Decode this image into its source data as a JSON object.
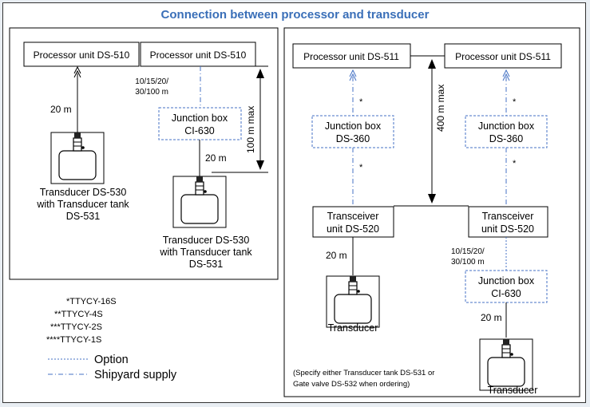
{
  "title": "Connection between processor and transducer",
  "colors": {
    "title": "#3a6fb8",
    "option_line": "#4472c4",
    "shipyard_line": "#4472c4",
    "border": "#333333"
  },
  "left_panel": {
    "processor_1": "Processor unit DS-510",
    "processor_2": "Processor unit DS-510",
    "cable_1_length": "20 m",
    "cable_junction_lengths_1": "10/15/20/",
    "cable_junction_lengths_2": "30/100 m",
    "junction_box_1": "Junction box",
    "junction_box_2": "CI-630",
    "max_distance": "100 m max",
    "cable_2_length": "20 m",
    "transducer_1_line1": "Transducer DS-530",
    "transducer_1_line2": "with Transducer tank",
    "transducer_1_line3": "DS-531",
    "transducer_2_line1": "Transducer DS-530",
    "transducer_2_line2": "with Transducer tank",
    "transducer_2_line3": "DS-531"
  },
  "right_panel": {
    "processor_1": "Processor unit DS-511",
    "processor_2": "Processor unit DS-511",
    "asterisk": "*",
    "junction_left_1": "Junction box",
    "junction_left_2": "DS-360",
    "junction_right_1": "Junction box",
    "junction_right_2": "DS-360",
    "max_distance": "400 m max",
    "transceiver_left_1": "Transceiver",
    "transceiver_left_2": "unit DS-520",
    "transceiver_right_1": "Transceiver",
    "transceiver_right_2": "unit DS-520",
    "cable_left_length": "20 m",
    "cable_junction_lengths_1": "10/15/20/",
    "cable_junction_lengths_2": "30/100 m",
    "junction_ci_1": "Junction box",
    "junction_ci_2": "CI-630",
    "cable_right_length": "20 m",
    "transducer_left": "Transducer",
    "transducer_right": "Transducer",
    "note_line1": "(Specify either Transducer tank DS-531 or",
    "note_line2": "Gate valve DS-532 when ordering)"
  },
  "legend": {
    "cable_1": "*TTYCY-16S",
    "cable_2": "**TTYCY-4S",
    "cable_3": "***TTYCY-2S",
    "cable_4": "****TTYCY-1S",
    "option": "Option",
    "shipyard_supply": "Shipyard supply"
  }
}
